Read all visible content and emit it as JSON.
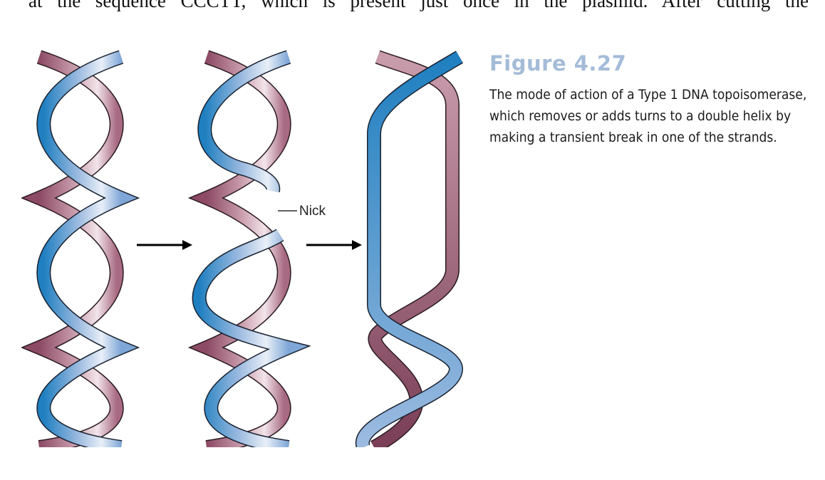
{
  "page": {
    "body_text_cut": "at the sequence CCCTT, which is present just once in the plasmid. After cutting the"
  },
  "figure": {
    "number": "Figure 4.27",
    "caption": "The mode of action of a Type 1 DNA topoisomerase, which removes or adds turns to a double helix by making a transient break in one of the strands.",
    "nick_label": "Nick"
  },
  "colors": {
    "blue_strand": "#8fb2dc",
    "blue_dark": "#1f7fc0",
    "pink_strand": "#c79aaa",
    "pink_dark": "#7a3e56",
    "title": "#a4bcd8"
  }
}
